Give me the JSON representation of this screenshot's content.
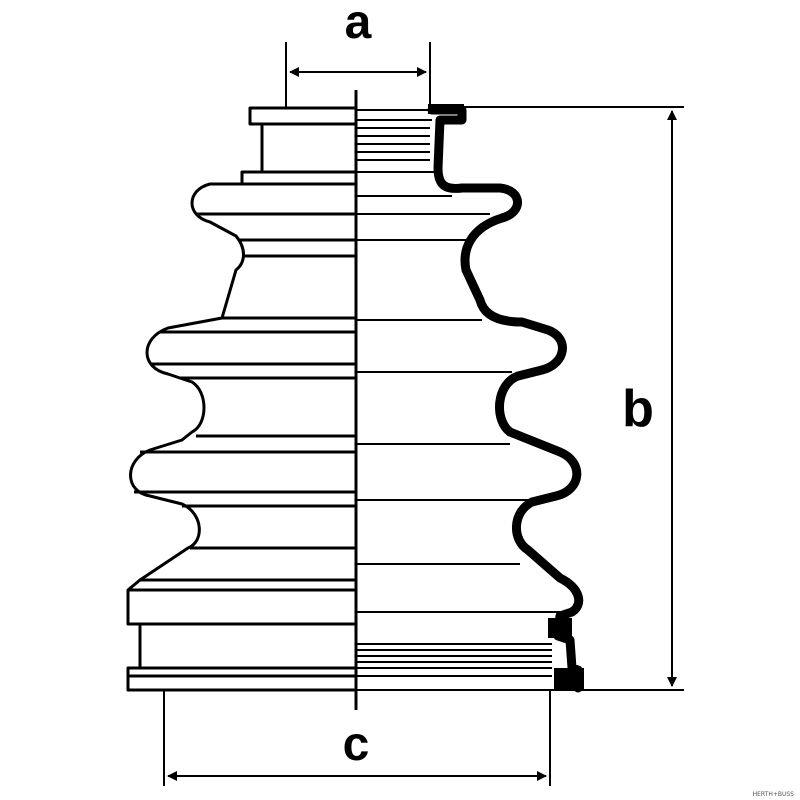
{
  "diagram": {
    "labels": {
      "a": "a",
      "b": "b",
      "c": "c"
    },
    "watermark": "HERTH+BUSS",
    "colors": {
      "stroke": "#000000",
      "fill": "#ffffff"
    }
  }
}
